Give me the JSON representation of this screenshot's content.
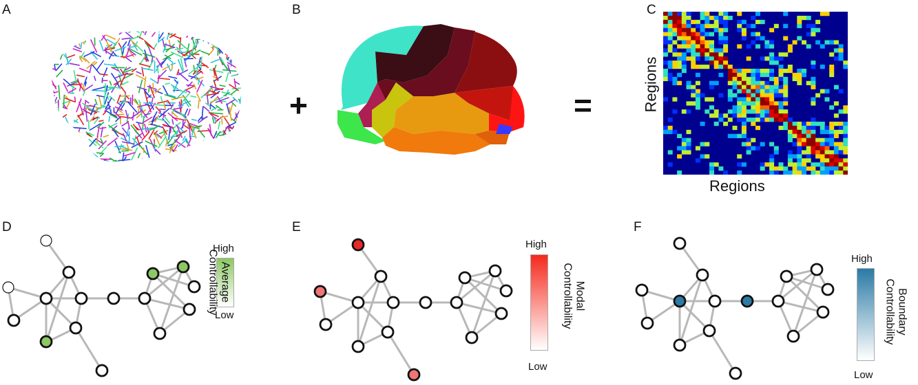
{
  "panels": {
    "a": "A",
    "b": "B",
    "c": "C",
    "d": "D",
    "e": "E",
    "f": "F"
  },
  "operators": {
    "plus": "+",
    "equals": "="
  },
  "matrix": {
    "xlabel": "Regions",
    "ylabel": "Regions"
  },
  "colorbars": [
    {
      "high": "High",
      "low": "Low",
      "title_line1": "Average",
      "title_line2": "Controllability",
      "color": "#8dc863"
    },
    {
      "high": "High",
      "low": "Low",
      "title_line1": "Modal",
      "title_line2": "Controllability",
      "color": "#f5291c"
    },
    {
      "high": "High",
      "low": "Low",
      "title_line1": "Boundary",
      "title_line2": "Controllability",
      "color": "#2b7aa6"
    }
  ],
  "graph_highlight": {
    "average": {
      "color": "#8dc863",
      "nodes": [
        3,
        10,
        11
      ]
    },
    "modal": {
      "color": "#e8282a",
      "light": "#f07575",
      "nodes": [
        0,
        1,
        8
      ]
    },
    "boundary": {
      "color": "#2d7ba5",
      "nodes": [
        4,
        7
      ]
    },
    "empty_start_nodes_average": [
      0,
      1
    ]
  }
}
